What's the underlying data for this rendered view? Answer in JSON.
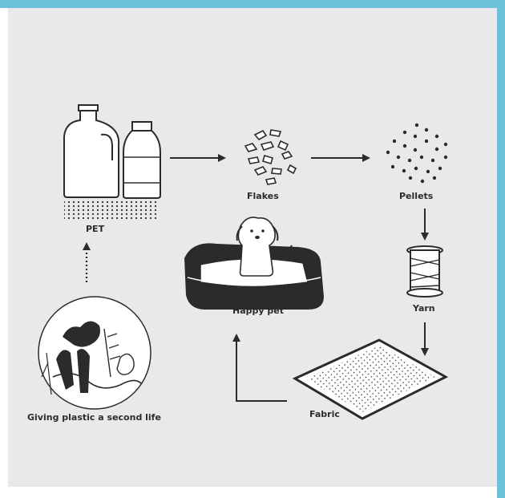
{
  "diagram": {
    "nodes": {
      "pet": "PET",
      "flakes": "Flakes",
      "pellets": "Pellets",
      "yarn": "Yarn",
      "fabric": "Fabric",
      "happy_pet": "Happy pet",
      "second_life": "Giving plastic a second life"
    },
    "edges": [
      [
        "second_life",
        "pet",
        "dotted"
      ],
      [
        "pet",
        "flakes",
        "solid"
      ],
      [
        "flakes",
        "pellets",
        "solid"
      ],
      [
        "pellets",
        "yarn",
        "solid"
      ],
      [
        "yarn",
        "fabric",
        "solid"
      ],
      [
        "fabric",
        "happy_pet",
        "solid"
      ]
    ]
  },
  "colors": {
    "accent": "#6cc0d8",
    "background": "#e9e9ec",
    "ink": "#2b2b2b"
  }
}
